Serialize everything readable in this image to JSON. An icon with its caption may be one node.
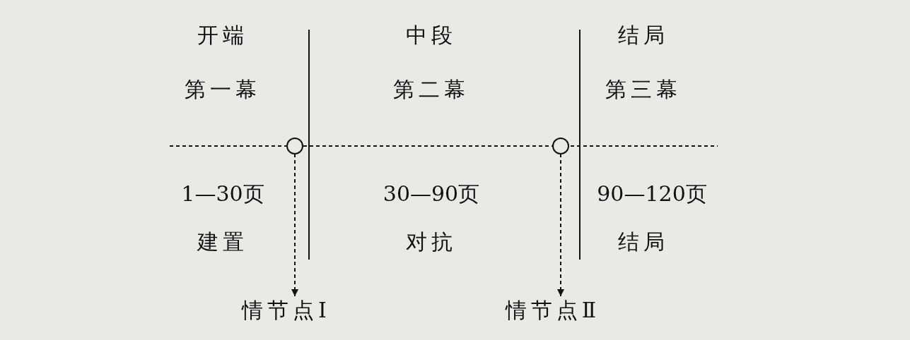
{
  "diagram": {
    "nodes": [
      {
        "text": [],
        "shape": "circle"
      },
      {
        "text": [],
        "shape": "circle"
      },
      {
        "text": [
          "情节点Ⅰ"
        ]
      },
      {
        "text": [
          "情节点Ⅱ"
        ]
      }
    ],
    "edges": [
      {
        "from": 0,
        "to": 2,
        "arrow": "to",
        "style": "dashed"
      },
      {
        "from": 1,
        "to": 3,
        "arrow": "to",
        "style": "dashed"
      }
    ],
    "labels": [
      "开端",
      "中段",
      "结局",
      "第一幕",
      "第二幕",
      "第三幕",
      "1—30页",
      "30—90页",
      "90—120页",
      "建置",
      "对抗",
      "结局"
    ]
  }
}
